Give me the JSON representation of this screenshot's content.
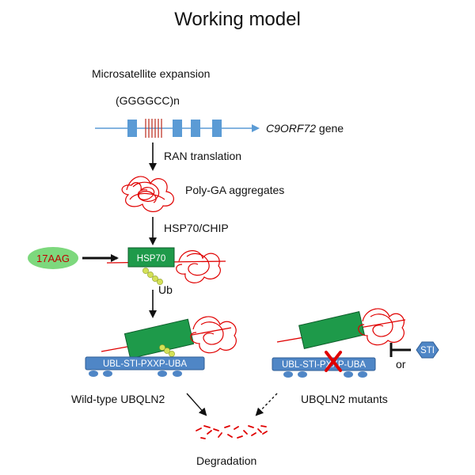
{
  "title": "Working model",
  "labels": {
    "microsatellite": "Microsatellite expansion",
    "repeat": "(GGGGCC)n",
    "gene_italic": "C9ORF72",
    "gene_suffix": " gene",
    "ran_translation": "RAN translation",
    "polyga": "Poly-GA aggregates",
    "hsp70_chip": "HSP70/CHIP",
    "drug": "17AAG",
    "hsp70": "HSP70",
    "ub": "Ub",
    "ubqln_left": "UBL-STI-PXXP-UBA",
    "ubqln_right": "UBL-STI-PXXP-UBA",
    "sti": "STI",
    "or": "or",
    "wild_type": "Wild-type UBQLN2",
    "mutants": "UBQLN2 mutants",
    "degradation": "Degradation"
  },
  "colors": {
    "gene_line": "#5b9bd5",
    "exon": "#5b9bd5",
    "repeat_lines": "#c0392b",
    "aggregate": "#e00000",
    "hsp70_box": "#1e9a4a",
    "hsp70_border": "#0f5e2b",
    "drug_fill": "#7dd87d",
    "drug_text": "#c00000",
    "ub_beads": "#d4e157",
    "ubqln_box": "#4f86c6",
    "ubqln_border": "#2f5e96",
    "x_mark": "#e00000"
  },
  "icons": [
    "arrow-down-icon",
    "inhibit-bar-icon",
    "x-mark-icon",
    "hexagon-icon"
  ]
}
